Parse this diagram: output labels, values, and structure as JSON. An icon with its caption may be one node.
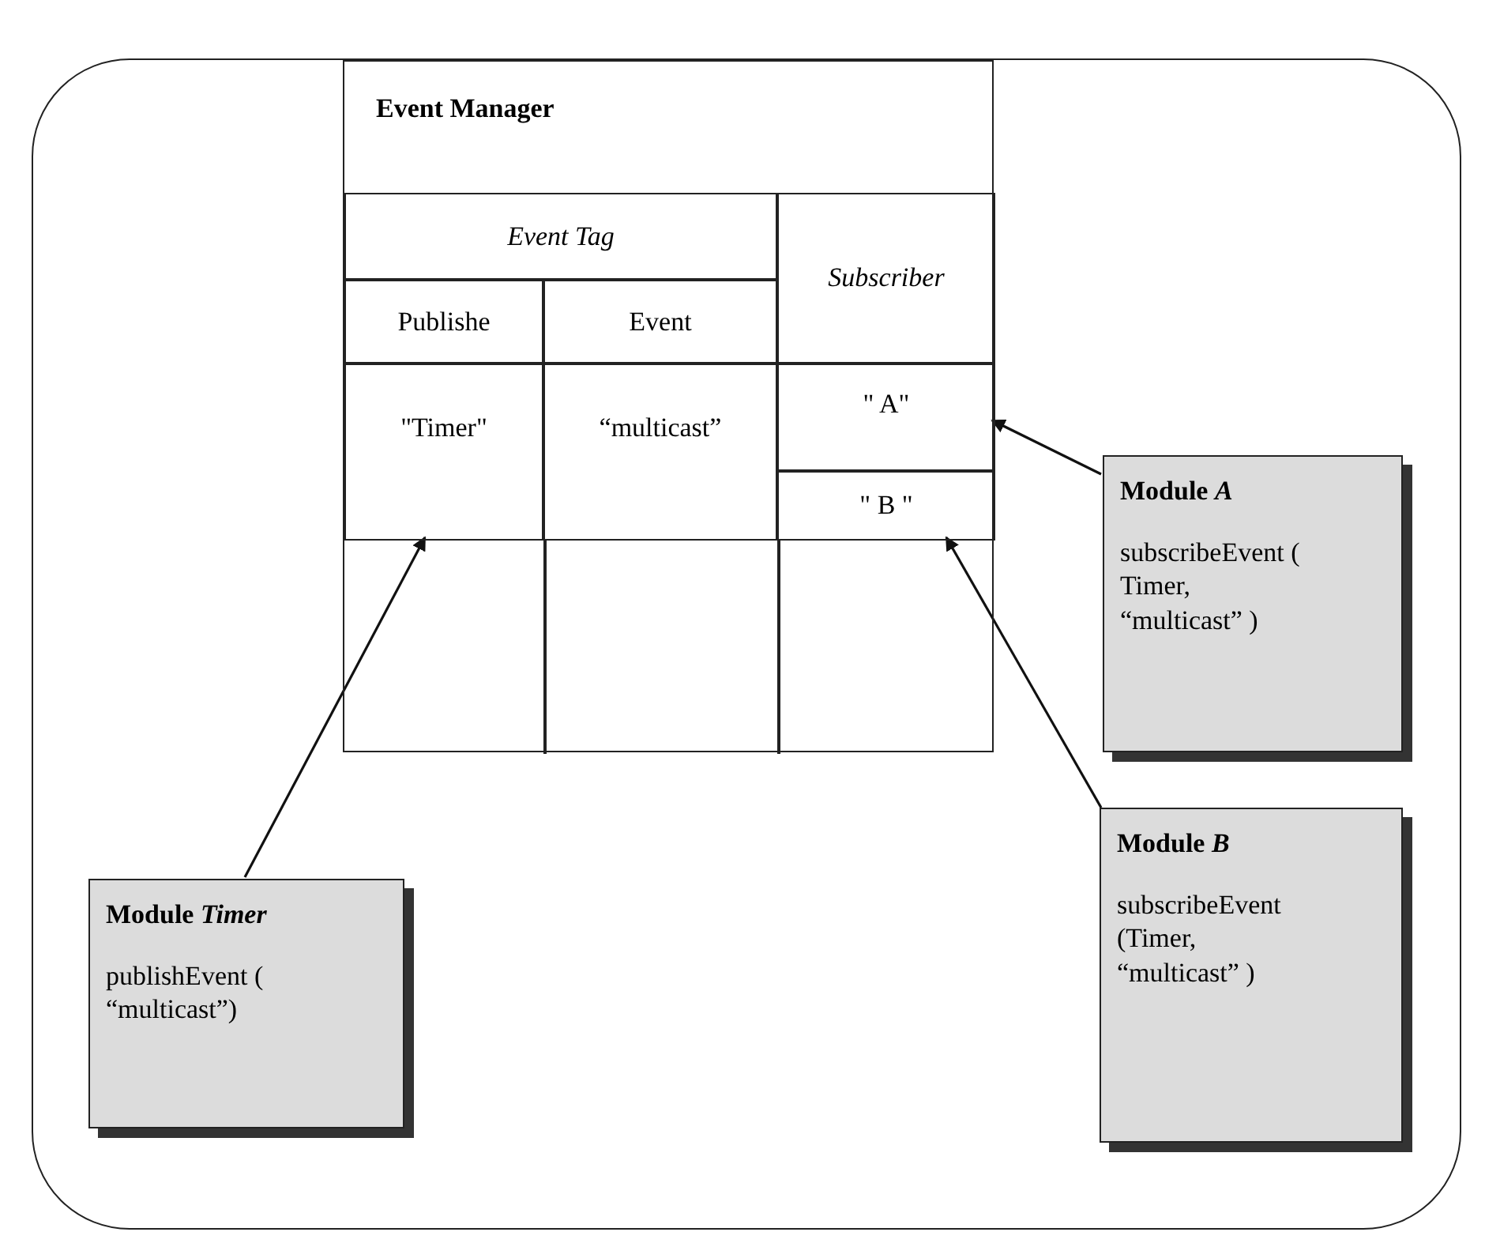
{
  "diagram": {
    "nodes": [
      {
        "text": [],
        "shape": "box"
      },
      {
        "text": [
          "Event Manager"
        ],
        "in": 0
      },
      {
        "text": [
          "Event Tag"
        ],
        "in": 1
      },
      {
        "text": [
          "Subscriber"
        ],
        "in": 1
      },
      {
        "text": [
          "Publishe"
        ],
        "in": 1
      },
      {
        "text": [
          "Event"
        ],
        "in": 1
      },
      {
        "text": [
          "\"Timer\""
        ],
        "in": 1
      },
      {
        "text": [
          "“multicast”"
        ],
        "in": 1
      },
      {
        "text": [
          "\" A\""
        ],
        "in": 1
      },
      {
        "text": [
          "\" B \""
        ],
        "in": 1
      },
      {
        "text": [
          "Module *A*",
          "subscribeEvent ( Timer, “multicast” )"
        ],
        "in": 0
      },
      {
        "text": [
          "Module *B*",
          "subscribeEvent (Timer, “multicast” )"
        ],
        "in": 0
      },
      {
        "text": [
          "Module *Timer*",
          "publishEvent ( “multicast”)"
        ],
        "in": 0
      }
    ],
    "edges": [
      {
        "from": 10,
        "to": 8,
        "arrow": "to"
      },
      {
        "from": 11,
        "to": 9,
        "arrow": "to"
      },
      {
        "from": 12,
        "to": 6,
        "arrow": "to"
      }
    ]
  }
}
